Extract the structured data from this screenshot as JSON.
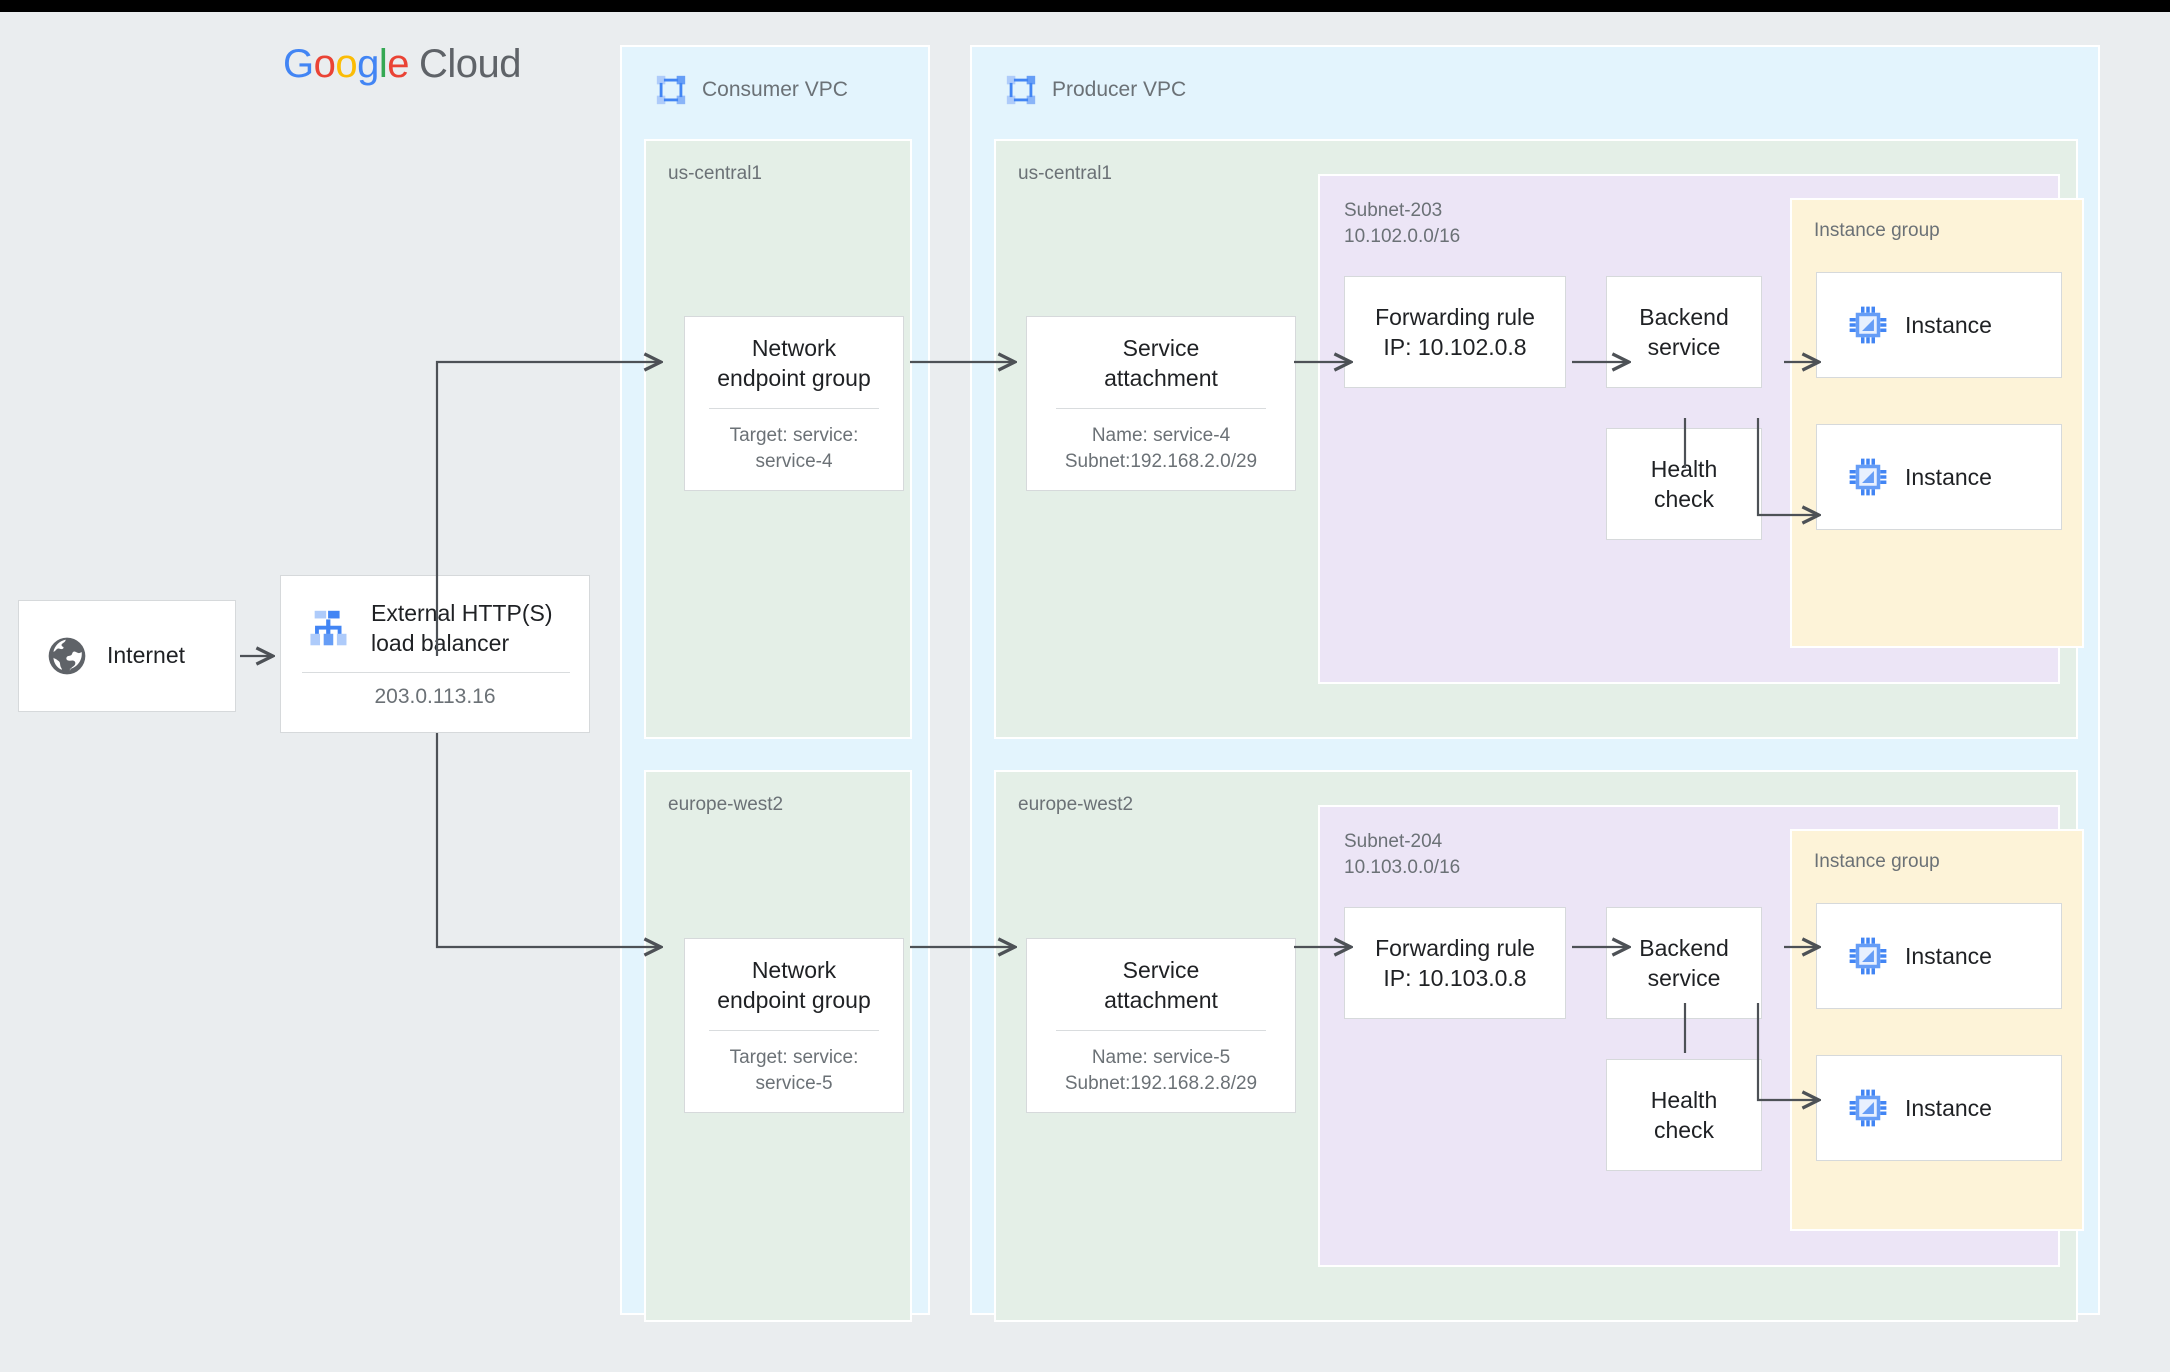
{
  "brand": {
    "logo_google": [
      "G",
      "o",
      "o",
      "g",
      "l",
      "e"
    ],
    "logo_cloud": "Cloud"
  },
  "internet": {
    "label": "Internet",
    "icon": "globe-icon"
  },
  "load_balancer": {
    "title_line1": "External HTTP(S)",
    "title_line2": "load balancer",
    "ip": "203.0.113.16",
    "icon": "load-balancer-icon"
  },
  "consumer_vpc": {
    "title": "Consumer VPC",
    "icon": "vpc-icon",
    "regions": [
      {
        "label": "us-central1",
        "neg": {
          "title_line1": "Network",
          "title_line2": "endpoint group",
          "sub_line1": "Target: service:",
          "sub_line2": "service-4"
        }
      },
      {
        "label": "europe-west2",
        "neg": {
          "title_line1": "Network",
          "title_line2": "endpoint group",
          "sub_line1": "Target: service:",
          "sub_line2": "service-5"
        }
      }
    ]
  },
  "producer_vpc": {
    "title": "Producer VPC",
    "icon": "vpc-icon",
    "regions": [
      {
        "label": "us-central1",
        "service_attachment": {
          "title_line1": "Service",
          "title_line2": "attachment",
          "sub_line1": "Name: service-4",
          "sub_line2": "Subnet:192.168.2.0/29"
        },
        "subnet": {
          "name": "Subnet-203",
          "cidr": "10.102.0.0/16"
        },
        "forwarding_rule": {
          "line1": "Forwarding rule",
          "line2": "IP: 10.102.0.8"
        },
        "backend_service": {
          "line1": "Backend",
          "line2": "service"
        },
        "health_check": {
          "line1": "Health",
          "line2": "check"
        },
        "instance_group": {
          "label": "Instance group",
          "instances": [
            {
              "label": "Instance",
              "icon": "instance-chip-icon"
            },
            {
              "label": "Instance",
              "icon": "instance-chip-icon"
            }
          ]
        }
      },
      {
        "label": "europe-west2",
        "service_attachment": {
          "title_line1": "Service",
          "title_line2": "attachment",
          "sub_line1": "Name: service-5",
          "sub_line2": "Subnet:192.168.2.8/29"
        },
        "subnet": {
          "name": "Subnet-204",
          "cidr": "10.103.0.0/16"
        },
        "forwarding_rule": {
          "line1": "Forwarding rule",
          "line2": "IP: 10.103.0.8"
        },
        "backend_service": {
          "line1": "Backend",
          "line2": "service"
        },
        "health_check": {
          "line1": "Health",
          "line2": "check"
        },
        "instance_group": {
          "label": "Instance group",
          "instances": [
            {
              "label": "Instance",
              "icon": "instance-chip-icon"
            },
            {
              "label": "Instance",
              "icon": "instance-chip-icon"
            }
          ]
        }
      }
    ]
  },
  "colors": {
    "canvas": "#eaedef",
    "vpc_bg": "#e3f4fd",
    "region_bg": "#e4efe7",
    "subnet_bg": "#ece5f6",
    "instance_group_bg": "#fdf3d8",
    "card_bg": "#ffffff",
    "edge": "#4d5156",
    "accent_blue": "#669df6",
    "text_primary": "#1f2124",
    "text_secondary": "#6b7176"
  }
}
